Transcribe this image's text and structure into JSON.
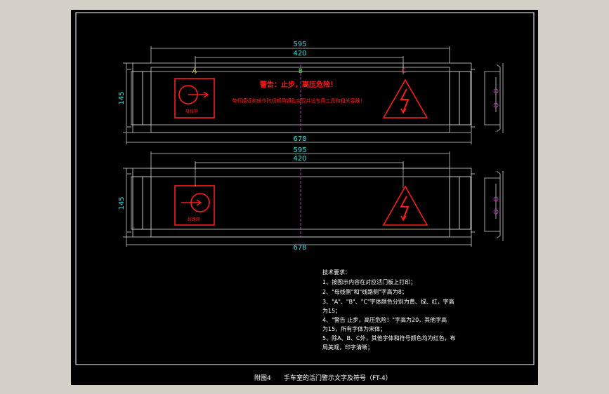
{
  "colors": {
    "background": "#d4d0c8",
    "sheet": "#000000",
    "frame": "#ffffff",
    "outline": "#d0d0d0",
    "dimension": "#36e0e0",
    "red": "#ff1a1a",
    "magenta": "#e040e0",
    "yellow": "#e8e000",
    "green": "#40e040",
    "white": "#ffffff"
  },
  "top_view": {
    "dim_overall": "595",
    "dim_inner": "420",
    "dim_bottom": "678",
    "dim_height": "145",
    "label_a": "A",
    "label_b": "B",
    "label_c": "C",
    "warning_title": "警告：止步，高压危险！",
    "warning_body": "带标接近和操作时切断用钥匙实现并设专用工具和相关容器！",
    "switch_label": "母线侧"
  },
  "bottom_view": {
    "dim_overall": "595",
    "dim_inner": "420",
    "dim_bottom": "678",
    "dim_height": "145",
    "switch_label": "线路侧"
  },
  "notes": {
    "heading": "技术要求：",
    "lines": [
      "1、按图示内容在对应活门板上打印；",
      "2、\"母线侧\"和\"线路侧\"字高为8；",
      "3、\"A\"、\"B\"、\"C\"字体颜色分别为黄、绿、红，字高",
      "为15；",
      "4、\"警告 止步，高压危险！\"字高为20，其他字高",
      "为15，所有字体为宋体；",
      "5、除A、B、C外，其他字体和符号颜色均为红色，布",
      "局美观，印字清晰；"
    ]
  },
  "title_block": {
    "figure_no": "附图4",
    "caption": "手车室的活门警示文字及符号（FT-4）"
  }
}
